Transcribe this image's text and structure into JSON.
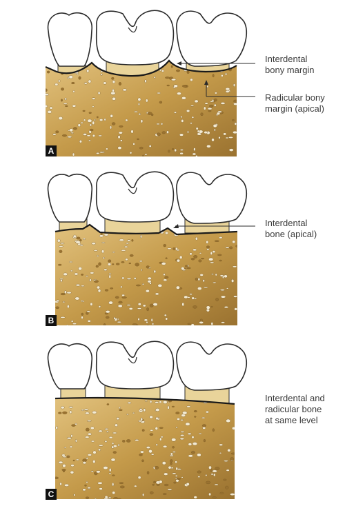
{
  "panels": [
    {
      "tag": "A",
      "labels": [
        "Interdental bony margin",
        "Radicular bony margin (apical)"
      ],
      "label_lines": [
        [
          "Interdental",
          "bony margin"
        ],
        [
          "Radicular bony",
          "margin (apical)"
        ]
      ]
    },
    {
      "tag": "B",
      "labels": [
        "Interdental bone (apical)"
      ],
      "label_lines": [
        [
          "Interdental",
          "bone (apical)"
        ]
      ]
    },
    {
      "tag": "C",
      "labels": [
        "Interdental and radicular bone at same level"
      ],
      "label_lines": [
        [
          "Interdental and",
          "radicular bone",
          "at same level"
        ]
      ]
    }
  ],
  "colors": {
    "bone": "#c49a4a",
    "bone_light": "#e2c27e",
    "bone_dark": "#9a7230",
    "root": "#e9d49a",
    "crown": "#ffffff",
    "outline": "#2a2a2a",
    "speckle": "#f3ead2"
  }
}
